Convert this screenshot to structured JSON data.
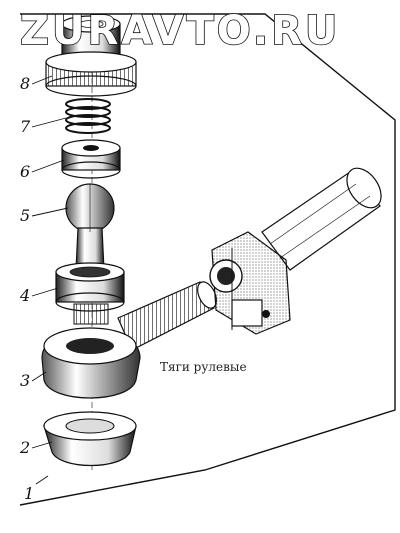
{
  "watermark": "ZURAVTO.RU",
  "caption": "Тяги рулевые",
  "callouts": {
    "c1": "1",
    "c2": "2",
    "c3": "3",
    "c4": "4",
    "c5": "5",
    "c6": "6",
    "c7": "7",
    "c8": "8"
  },
  "colors": {
    "ink": "#111111",
    "paper": "#ffffff",
    "shade": "#d9d9d9"
  }
}
